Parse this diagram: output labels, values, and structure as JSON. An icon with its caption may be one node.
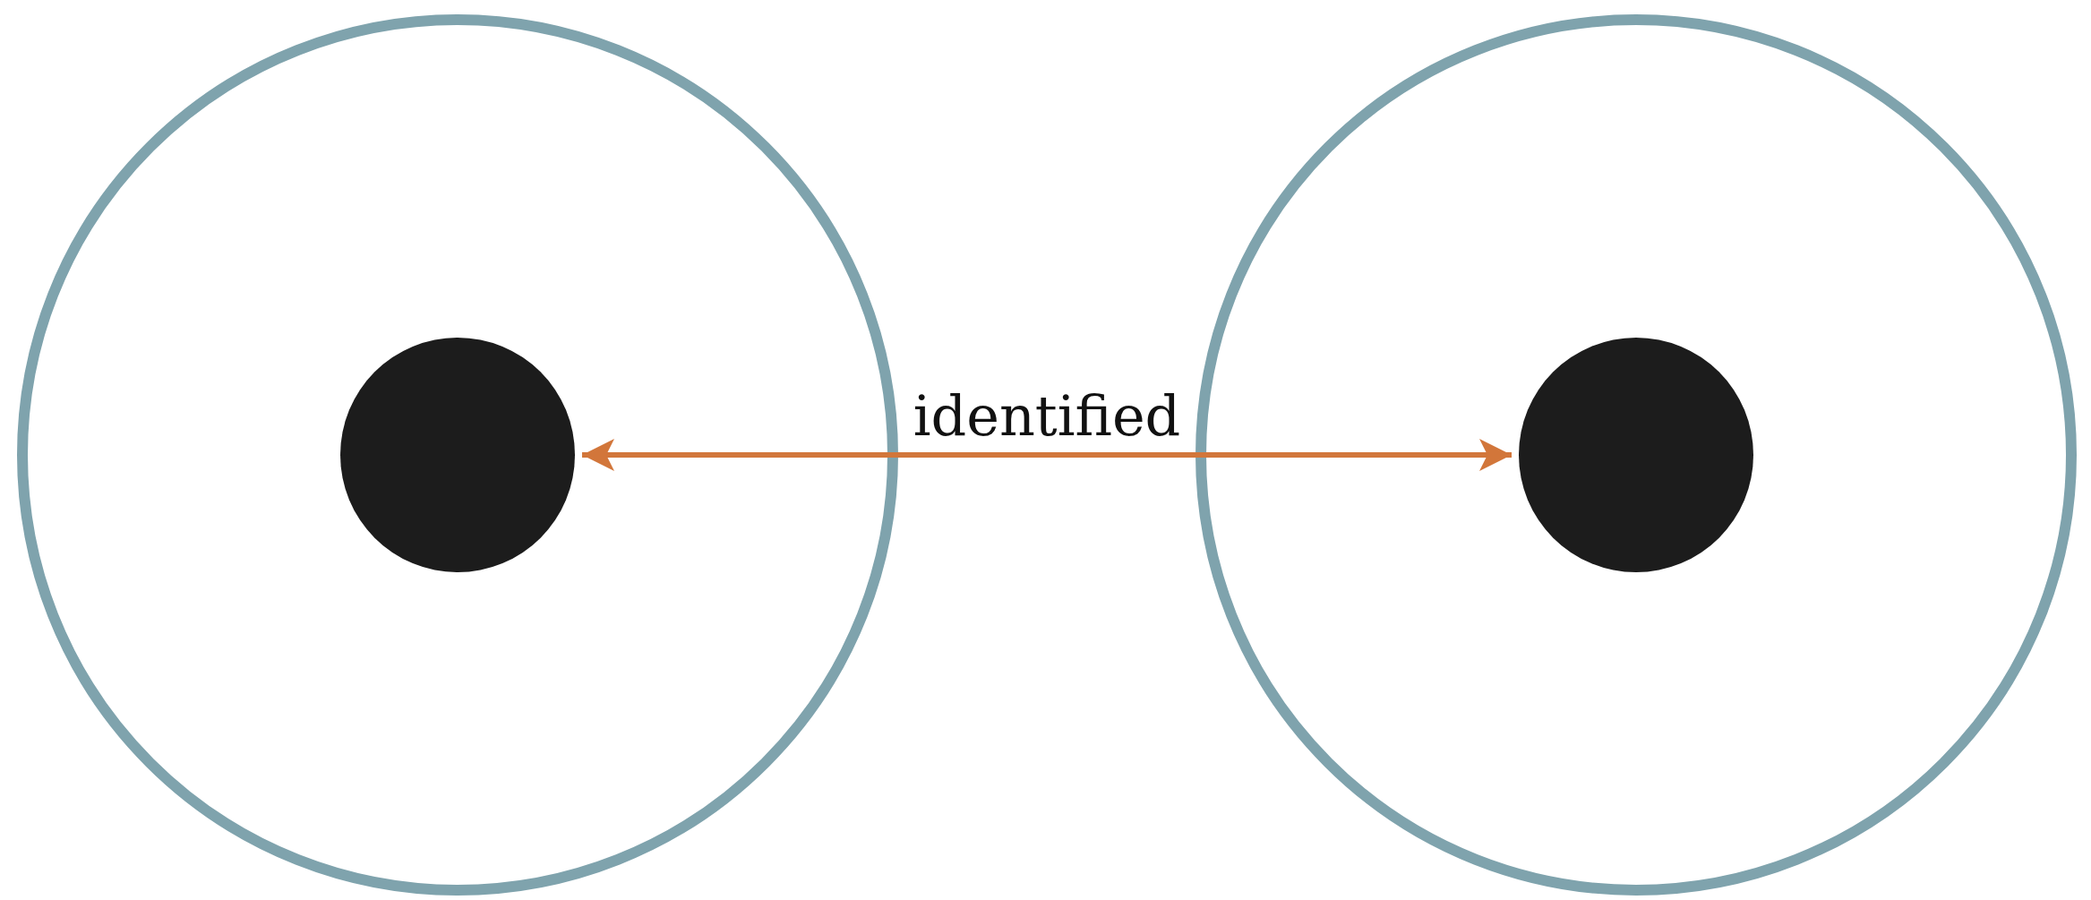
{
  "diagram": {
    "nodes": [
      {
        "text": [],
        "shape": "circle"
      },
      {
        "text": [],
        "shape": "circle",
        "in": 0
      },
      {
        "text": [],
        "shape": "circle"
      },
      {
        "text": [],
        "shape": "circle",
        "in": 2
      }
    ],
    "edges": [
      {
        "from": 1,
        "to": 3,
        "arrow": "both",
        "label": "identified",
        "color": "#d2763a"
      }
    ]
  }
}
